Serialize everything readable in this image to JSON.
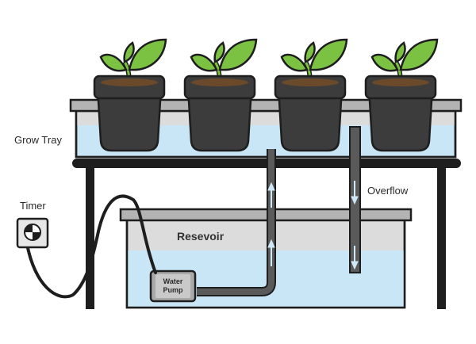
{
  "labels": {
    "grow_tray": "Grow Tray",
    "timer": "Timer",
    "overflow": "Overflow",
    "reservoir": "Resevoir",
    "pump_line1": "Water",
    "pump_line2": "Pump"
  },
  "colors": {
    "water": "#c8e6f5",
    "tray_rim": "#b3b3b3",
    "outline": "#1e1e1e",
    "pot": "#3c3c3c",
    "soil": "#6b4a2b",
    "leaf": "#7cc242",
    "pipe": "#555555",
    "arrow": "#cfe8f7"
  },
  "icons": {
    "plant": "plant-icon",
    "flow_arrow": "arrow-icon",
    "timer": "timer-icon"
  }
}
